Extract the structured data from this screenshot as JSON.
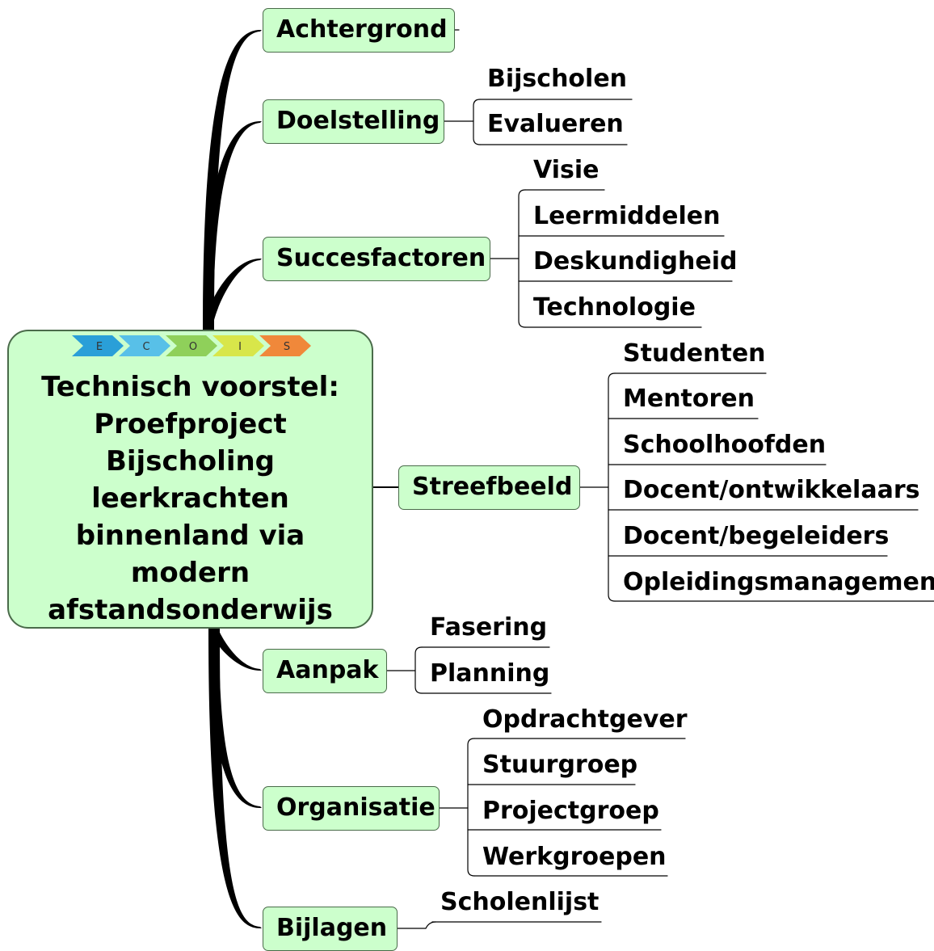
{
  "central": {
    "title": "Technisch voorstel:\nProefproject\nBijscholing\nleerkrachten\nbinnenland via\nmodern\nafstandsonderwijs",
    "logo_letters": [
      "E",
      "C",
      "O",
      "I",
      "S"
    ],
    "logo_colors": [
      "#2a9fd8",
      "#58c0e8",
      "#8fd05a",
      "#d8e64a",
      "#f0883a"
    ]
  },
  "branches": [
    {
      "label": "Achtergrond",
      "children": []
    },
    {
      "label": "Doelstelling",
      "children": [
        "Bijscholen",
        "Evalueren"
      ]
    },
    {
      "label": "Succesfactoren",
      "children": [
        "Visie",
        "Leermiddelen",
        "Deskundigheid",
        "Technologie"
      ]
    },
    {
      "label": "Streefbeeld",
      "children": [
        "Studenten",
        "Mentoren",
        "Schoolhoofden",
        "Docent/ontwikkelaars",
        "Docent/begeleiders",
        "Opleidingsmanagement"
      ]
    },
    {
      "label": "Aanpak",
      "children": [
        "Fasering",
        "Planning"
      ]
    },
    {
      "label": "Organisatie",
      "children": [
        "Opdrachtgever",
        "Stuurgroep",
        "Projectgroep",
        "Werkgroepen"
      ]
    },
    {
      "label": "Bijlagen",
      "children": [
        "Scholenlijst"
      ]
    }
  ],
  "colors": {
    "node_fill": "#ccffcc",
    "node_border": "#4a6b4a",
    "connector": "#000000"
  }
}
